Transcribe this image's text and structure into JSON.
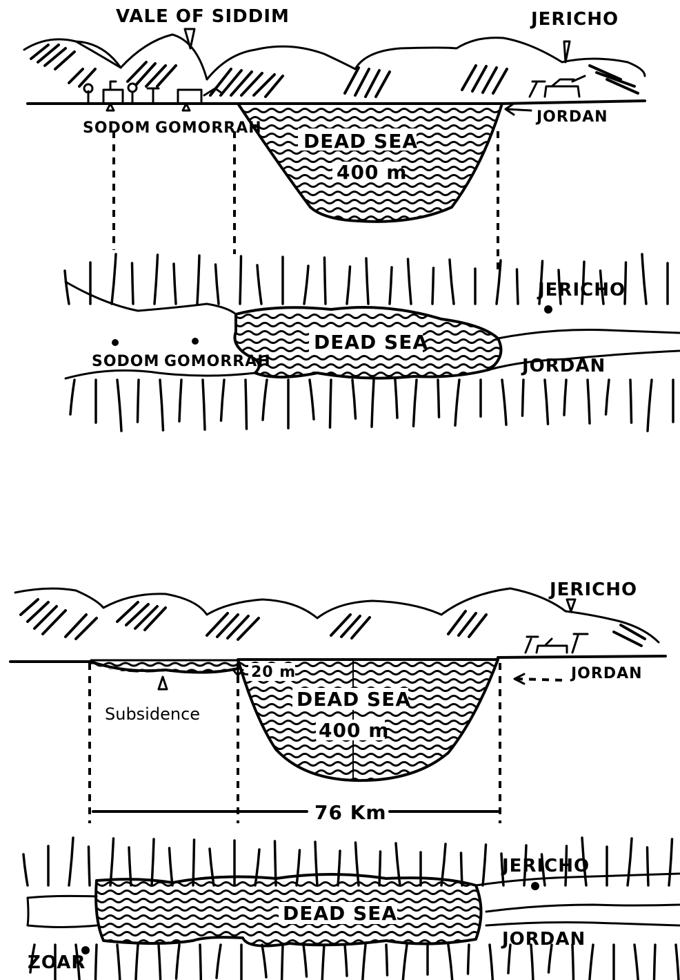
{
  "figure_top": {
    "section": {
      "vale_label": "VALE OF SIDDIM",
      "jericho_label": "JERICHO",
      "sodom_label": "SODOM",
      "gomorrah_label": "GOMORRAH",
      "jordan_label": "JORDAN",
      "sea_label": "DEAD SEA",
      "depth_label": "400 m"
    },
    "plan": {
      "jericho_label": "JERICHO",
      "sea_label": "DEAD SEA",
      "sodom_label": "SODOM",
      "gomorrah_label": "GOMORRAH",
      "jordan_label": "JORDAN"
    }
  },
  "figure_bottom": {
    "section": {
      "jericho_label": "JERICHO",
      "jordan_label": "JORDAN",
      "shallow_depth_label": "20 m",
      "sea_label": "DEAD SEA",
      "depth_label": "400 m",
      "subsidence_label": "Subsidence",
      "distance_label": "76 Km"
    },
    "plan": {
      "jericho_label": "JERICHO",
      "sea_label": "DEAD SEA",
      "jordan_label": "JORDAN",
      "zoar_label": "ZOAR"
    }
  }
}
